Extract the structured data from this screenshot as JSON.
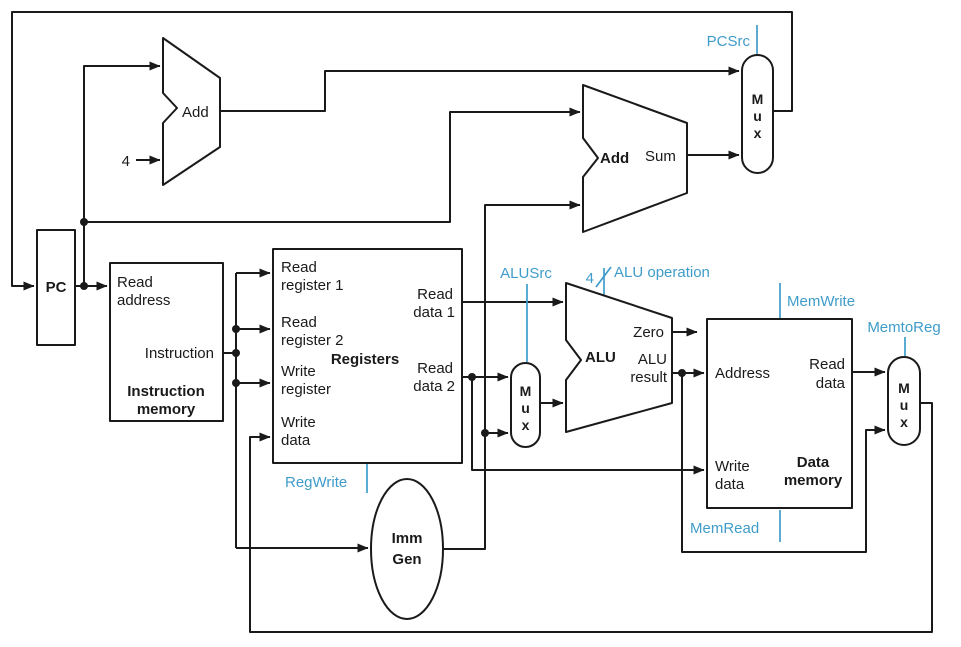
{
  "colors": {
    "wire": "#1a1a1a",
    "control": "#3f9cca",
    "background": "#ffffff"
  },
  "mux_label": [
    "M",
    "u",
    "x"
  ],
  "pc": {
    "label": "PC"
  },
  "pc_adder": {
    "label": "Add",
    "increment": "4"
  },
  "branch_adder": {
    "label": "Add",
    "output": "Sum"
  },
  "instruction_memory": {
    "title": [
      "Instruction",
      "memory"
    ],
    "port_read_address": [
      "Read",
      "address"
    ],
    "port_instruction": "Instruction"
  },
  "registers": {
    "title": "Registers",
    "port_read_register_1": [
      "Read",
      "register 1"
    ],
    "port_read_register_2": [
      "Read",
      "register 2"
    ],
    "port_write_register": [
      "Write",
      "register"
    ],
    "port_write_data": [
      "Write",
      "data"
    ],
    "port_read_data_1": [
      "Read",
      "data 1"
    ],
    "port_read_data_2": [
      "Read",
      "data 2"
    ]
  },
  "imm_gen": {
    "title": [
      "Imm",
      "Gen"
    ]
  },
  "alu": {
    "title": "ALU",
    "port_zero": "Zero",
    "port_result": [
      "ALU",
      "result"
    ]
  },
  "data_memory": {
    "title": [
      "Data",
      "memory"
    ],
    "port_address": "Address",
    "port_read_data": [
      "Read",
      "data"
    ],
    "port_write_data": [
      "Write",
      "data"
    ]
  },
  "controls": {
    "pcsrc": "PCSrc",
    "regwrite": "RegWrite",
    "alusrc": "ALUSrc",
    "alu_op_width": "4",
    "alu_operation": "ALU operation",
    "memwrite": "MemWrite",
    "memread": "MemRead",
    "memtoreg": "MemtoReg"
  }
}
